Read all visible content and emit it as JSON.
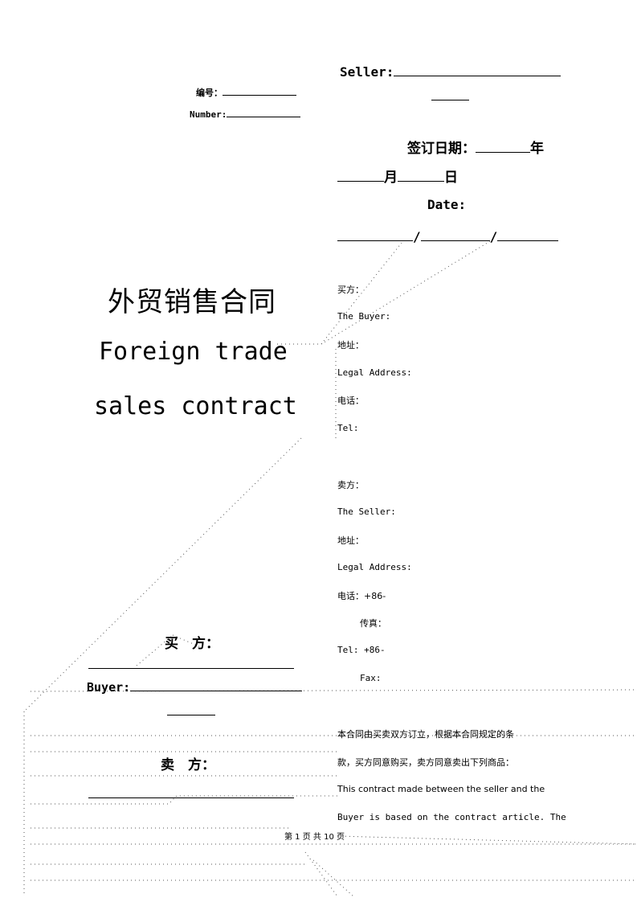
{
  "header": {
    "number_label_cn": "编号：",
    "number_label_en": "Number:",
    "seller_label": "Seller:",
    "date_label_cn": "签订日期：",
    "year_char": "年",
    "month_char": "月",
    "day_char": "日",
    "date_label_en": "Date:",
    "date_sep_1": "/",
    "date_sep_2": "/"
  },
  "title": {
    "cn": "外贸销售合同",
    "en_line1": "Foreign trade",
    "en_line2": "sales contract"
  },
  "signatures": {
    "buyer_cn": "买　方：",
    "buyer_en": "Buyer:",
    "seller_cn": "卖　方："
  },
  "buyer_info": {
    "buyer_cn": "买方：",
    "buyer_en": "The Buyer:",
    "address_cn": "地址：",
    "address_en": "Legal Address:",
    "phone_cn": "电话：",
    "tel_en": "Tel:"
  },
  "seller_info": {
    "seller_cn": "卖方：",
    "seller_en": "The Seller:",
    "address_cn": "地址：",
    "address_en": "Legal Address:",
    "phone_cn": "电话：+86-",
    "fax_cn": "传真：",
    "tel_en": "Tel: +86-",
    "fax_en": "Fax:"
  },
  "body_text": {
    "line1": "本合同由买卖双方订立，根据本合同规定的条",
    "line2": "款，买方同意购买，卖方同意卖出下列商品：",
    "line3": "This contract made between the seller and the",
    "line4": "Buyer is based on the contract article. The"
  },
  "footer": {
    "page_info": "第 1 页 共 10 页"
  }
}
